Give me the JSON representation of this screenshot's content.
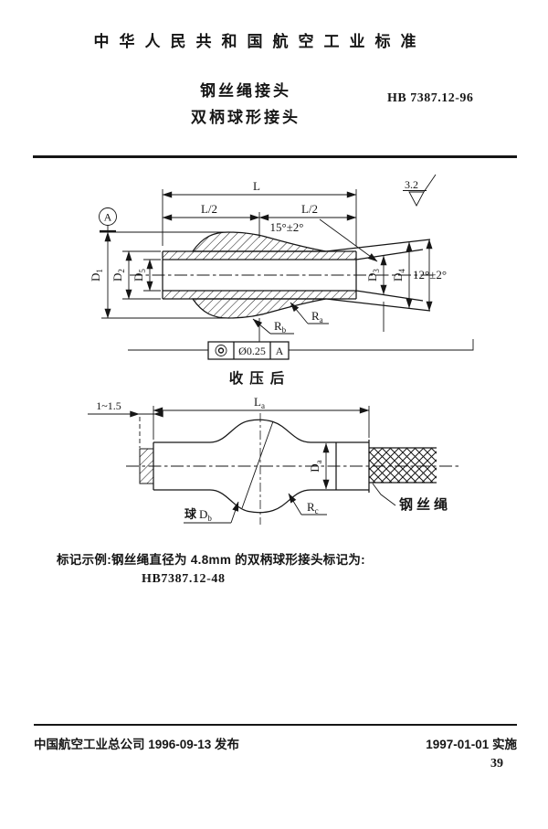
{
  "header": {
    "org": "中华人民共和国航空工业标准",
    "title_line1": "钢丝绳接头",
    "title_line2": "双柄球形接头",
    "code": "HB 7387.12-96"
  },
  "figure1": {
    "surface_finish": "3.2",
    "datum": "A",
    "dim_L": "L",
    "dim_L_half_left": "L/2",
    "dim_L_half_right": "L/2",
    "angle_top": "15°±2°",
    "angle_right": "12°±2°",
    "d1": {
      "base": "D",
      "sub": "1"
    },
    "d2": {
      "base": "D",
      "sub": "2"
    },
    "d5": {
      "base": "D",
      "sub": "5"
    },
    "d3": {
      "base": "D",
      "sub": "3"
    },
    "d4": {
      "base": "D",
      "sub": "4"
    },
    "ra": {
      "base": "R",
      "sub": "a"
    },
    "rb": {
      "base": "R",
      "sub": "b"
    },
    "tolerance": {
      "symbol_icon": "concentricity",
      "value": "Ø0.25",
      "datum": "A"
    },
    "caption": "收压后"
  },
  "figure2": {
    "dim_protrusion": "1~1.5",
    "la": {
      "base": "L",
      "sub": "a"
    },
    "da": {
      "base": "D",
      "sub": "a"
    },
    "ball": {
      "prefix": "球",
      "base": "D",
      "sub": "b"
    },
    "rc": {
      "base": "R",
      "sub": "c"
    },
    "wire_rope_label": "钢丝绳"
  },
  "marking": {
    "line1": "标记示例:钢丝绳直径为 4.8mm 的双柄球形接头标记为:",
    "line2": "HB7387.12-48"
  },
  "footer": {
    "left": "中国航空工业总公司 1996-09-13 发布",
    "right": "1997-01-01 实施",
    "page_number": "39"
  }
}
